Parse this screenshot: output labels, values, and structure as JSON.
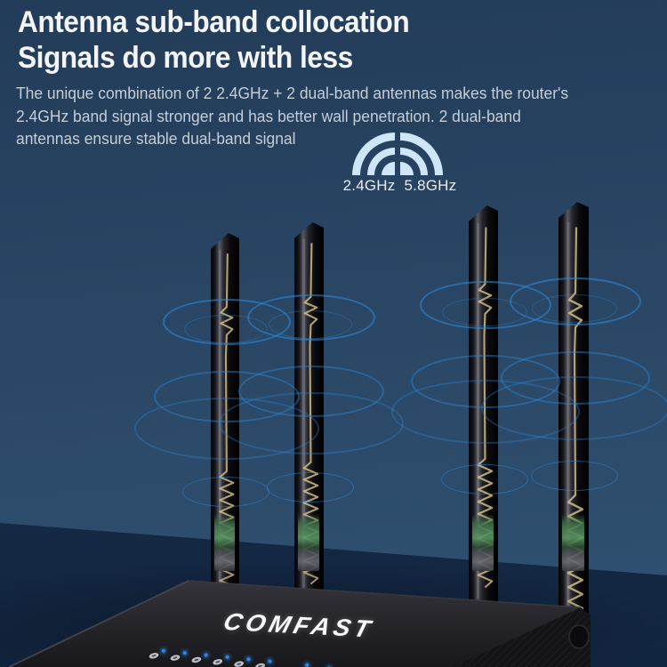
{
  "title": {
    "line1": "Antenna sub-band collocation",
    "line2": "Signals do more with less"
  },
  "description": {
    "lines": [
      "The unique combination of 2 2.4GHz + 2 dual-band antennas makes the router's",
      "2.4GHz band signal stronger and has better wall penetration. 2 dual-band",
      "antennas ensure stable dual-band signal"
    ]
  },
  "band_icon": {
    "icon": "dual-band-signal-icon",
    "color": "#cfe5f8",
    "labels": [
      "2.4GHz",
      "5.8GHz"
    ]
  },
  "router": {
    "brand": "COMFAST",
    "antenna_count": 4,
    "led_count": 8,
    "led_color": "#2f86e0",
    "body_color": "#26262a"
  },
  "signal_rings": {
    "color": "#2d87d7"
  },
  "colors": {
    "background_top": "#223c59",
    "background_horizon": "#2f5070",
    "table": "#1b3452",
    "heading_text": "#f2f4f6",
    "body_text": "#c6cdd5",
    "label_text": "#e8edf2"
  }
}
